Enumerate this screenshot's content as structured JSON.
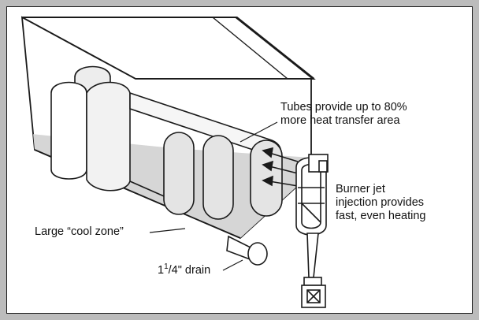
{
  "labels": {
    "tubes": {
      "line1": "Tubes provide up to 80%",
      "line2": "more heat transfer area"
    },
    "burner": {
      "line1": "Burner jet",
      "line2": "injection provides",
      "line3": "fast, even heating"
    },
    "cool_zone": "Large “cool zone”",
    "drain": {
      "whole": "1",
      "num": "1",
      "den": "4",
      "rest": "\" drain"
    }
  },
  "colors": {
    "frame": "#bcbcbc",
    "ink": "#1a1a1a",
    "oil": "#d6d6d6",
    "tube_fill": "#e4e4e4"
  }
}
